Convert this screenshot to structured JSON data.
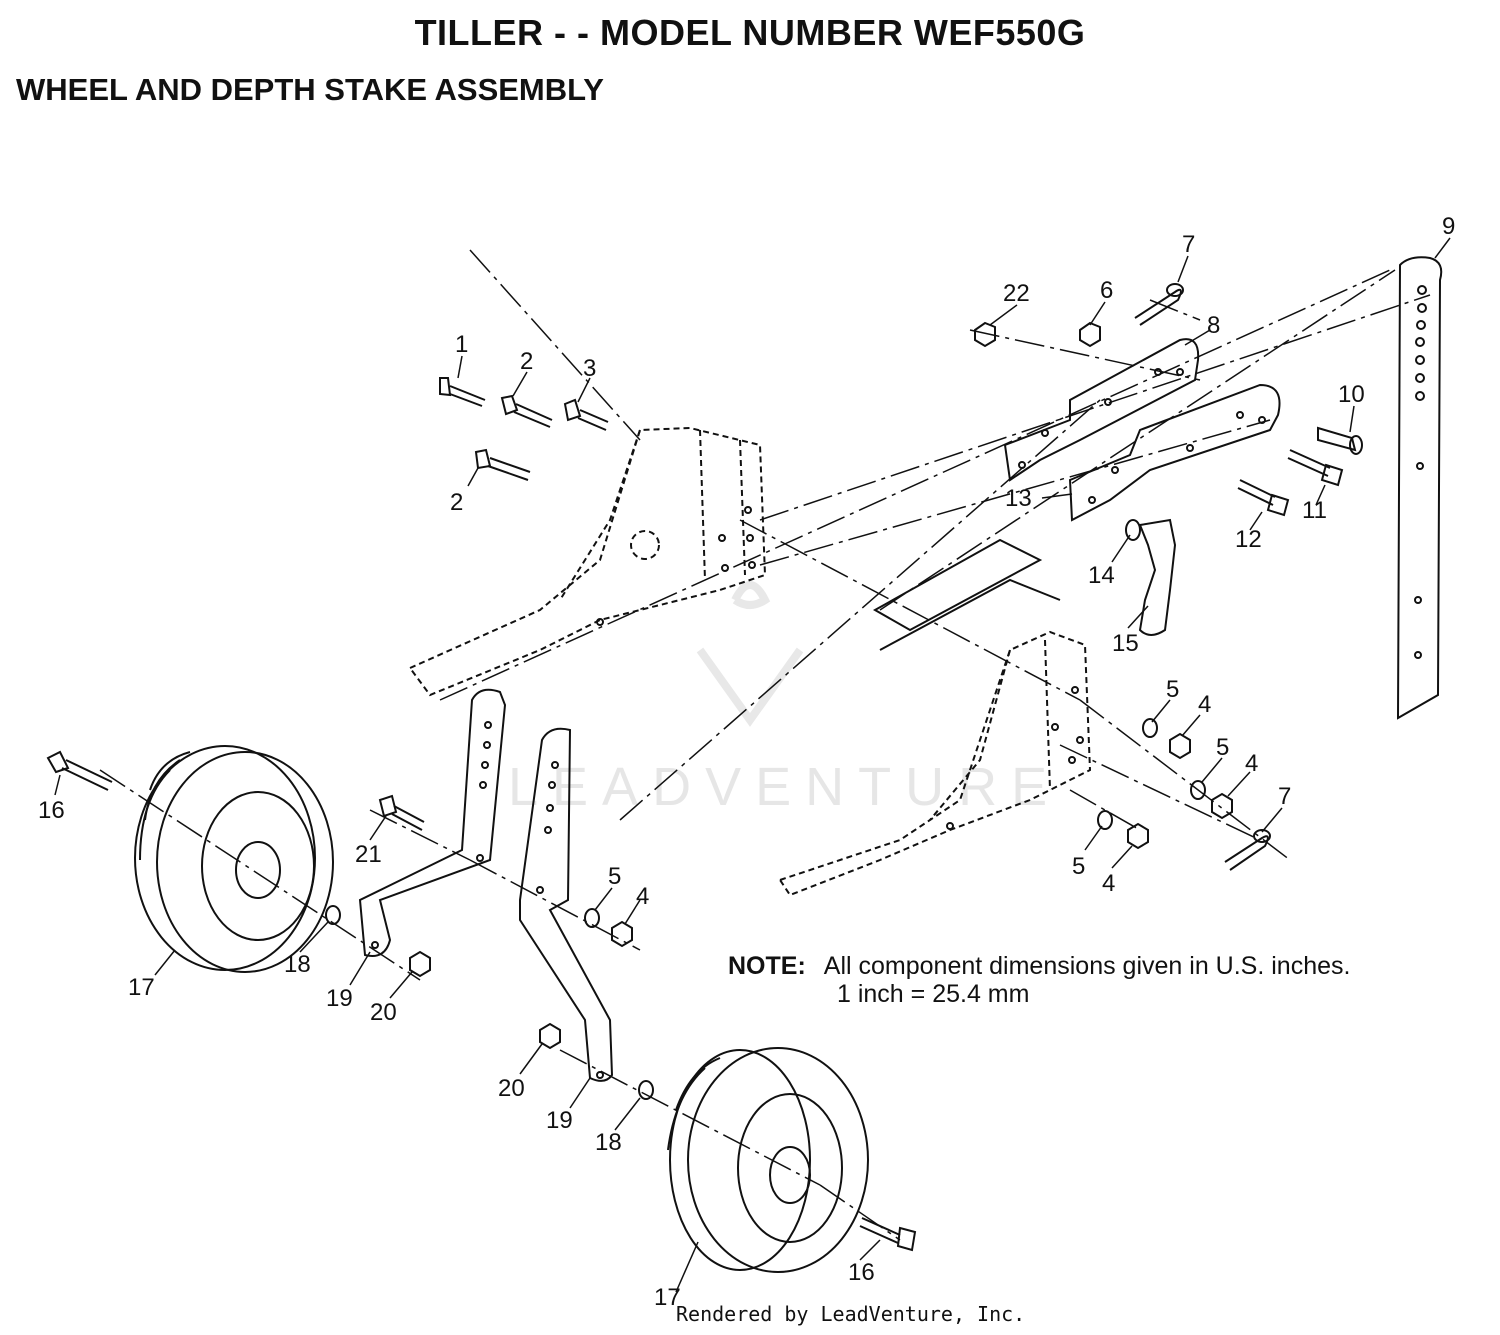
{
  "header": {
    "title": "TILLER - - MODEL NUMBER WEF550G",
    "subtitle": "WHEEL AND DEPTH STAKE ASSEMBLY"
  },
  "callouts": [
    {
      "id": "c1",
      "label": "1"
    },
    {
      "id": "c2a",
      "label": "2"
    },
    {
      "id": "c3",
      "label": "3"
    },
    {
      "id": "c2b",
      "label": "2"
    },
    {
      "id": "c22",
      "label": "22"
    },
    {
      "id": "c6",
      "label": "6"
    },
    {
      "id": "c7a",
      "label": "7"
    },
    {
      "id": "c8",
      "label": "8"
    },
    {
      "id": "c9",
      "label": "9"
    },
    {
      "id": "c10",
      "label": "10"
    },
    {
      "id": "c11",
      "label": "11"
    },
    {
      "id": "c12",
      "label": "12"
    },
    {
      "id": "c13",
      "label": "13"
    },
    {
      "id": "c14",
      "label": "14"
    },
    {
      "id": "c15",
      "label": "15"
    },
    {
      "id": "c5a",
      "label": "5"
    },
    {
      "id": "c4a",
      "label": "4"
    },
    {
      "id": "c5b",
      "label": "5"
    },
    {
      "id": "c4b",
      "label": "4"
    },
    {
      "id": "c7b",
      "label": "7"
    },
    {
      "id": "c5c",
      "label": "5"
    },
    {
      "id": "c4c",
      "label": "4"
    },
    {
      "id": "c16a",
      "label": "16"
    },
    {
      "id": "c21",
      "label": "21"
    },
    {
      "id": "c5d",
      "label": "5"
    },
    {
      "id": "c4d",
      "label": "4"
    },
    {
      "id": "c17a",
      "label": "17"
    },
    {
      "id": "c18a",
      "label": "18"
    },
    {
      "id": "c19a",
      "label": "19"
    },
    {
      "id": "c20a",
      "label": "20"
    },
    {
      "id": "c20b",
      "label": "20"
    },
    {
      "id": "c19b",
      "label": "19"
    },
    {
      "id": "c18b",
      "label": "18"
    },
    {
      "id": "c16b",
      "label": "16"
    },
    {
      "id": "c17b",
      "label": "17"
    }
  ],
  "note": {
    "label": "NOTE:",
    "line1": "All component dimensions given in U.S. inches.",
    "line2": "1 inch = 25.4 mm"
  },
  "watermark": "LEADVENTURE",
  "footer": {
    "credit": "Rendered by LeadVenture, Inc."
  }
}
